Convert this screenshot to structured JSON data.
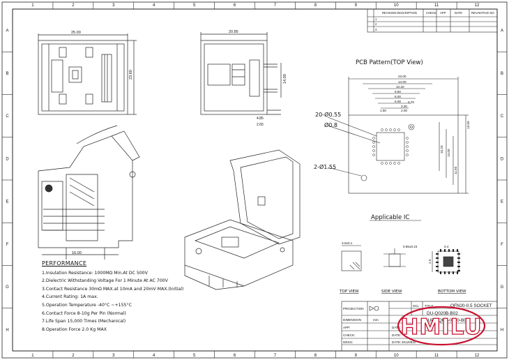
{
  "frame": {
    "columns": [
      "1",
      "2",
      "3",
      "4",
      "5",
      "6",
      "7",
      "8",
      "9",
      "10",
      "11",
      "12"
    ],
    "rows": [
      "A",
      "B",
      "C",
      "D",
      "E",
      "F",
      "G",
      "H"
    ]
  },
  "revision_table": {
    "headers": [
      "REVISION DESCRIPTION",
      "CHECK",
      "APP",
      "DATE",
      "REV.NOTICE NO"
    ],
    "row_ids": [
      "1",
      "2",
      "3"
    ]
  },
  "front_view": {
    "width": "25.00",
    "height": "23.60",
    "bottom": "16.00"
  },
  "side_view": {
    "width": "20.85",
    "height": "14.00",
    "dim_a": "4.85",
    "dim_b": "2.65"
  },
  "pcb": {
    "title": "PCB Pattern(TOP View)",
    "widths": [
      "23.00",
      "14.00",
      "10.20",
      "9.50",
      "8.00",
      "5.00",
      "3.00",
      "2.00",
      "1.60",
      "0.75"
    ],
    "heights": [
      "13.50",
      "10.20",
      "14.00",
      "11.50"
    ],
    "callouts": [
      "20-Ø0.55",
      "Ø0.8",
      "2-Ø1.55"
    ]
  },
  "applicable_ic": {
    "title": "Applicable IC",
    "top_dim": "3.0±0.1",
    "side_dim": "0.85±0.15",
    "bottom_dim": "0.4",
    "bottom_dim2": "2.0",
    "views": [
      "TOP VIEW",
      "SIDE VIEW",
      "BOTTOM VIEW"
    ]
  },
  "performance": {
    "title": "PERFORMANCE",
    "items": [
      "1.Insulation Resistance: 1000MΩ Min.At DC 500V",
      "2.Dielectric Withstanding Voltage For 1 Minute At AC 700V",
      "3.Contact Resistance 30mΩ MAX.at 10mA and 20mV MAX.(Initial)",
      "4.Current Rating: 1A max.",
      "5.Operation Temperature -40°C ~+155°C",
      "6.Contact Force 8-10g Per Pin (Normal)",
      "7.Life Span 15,000 Times (Mechanical)",
      "8.Operation Force 2.0 Kg MAX"
    ]
  },
  "title_block": {
    "projection": "PROJECTION",
    "dimension": "DIMENSION",
    "dimension_unit": "mm",
    "app": "APP:",
    "check": "CHECK:",
    "desg": "DESG:",
    "date": "DATE:",
    "date_value": "20120822",
    "scale_label": "SCL",
    "title_label": "TITLE",
    "title_1": "QFN20-0.5 SOCKET",
    "title_2": "DU-Q020B-B02",
    "part_no": "ELUPWQFN-0.5-0-B02",
    "logo": "HMILU"
  }
}
